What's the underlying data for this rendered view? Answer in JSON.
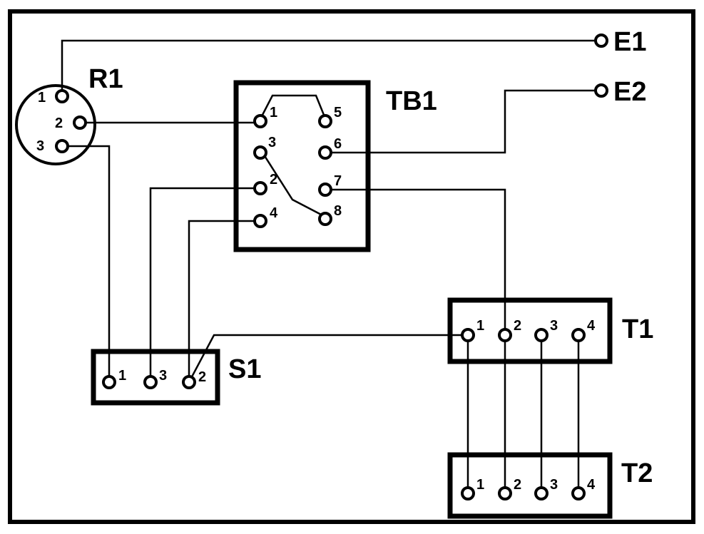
{
  "components": {
    "R1": {
      "name": "R1",
      "pins": [
        "1",
        "2",
        "3"
      ]
    },
    "TB1": {
      "name": "TB1",
      "pins": [
        "1",
        "5",
        "3",
        "6",
        "2",
        "7",
        "4",
        "8"
      ]
    },
    "S1": {
      "name": "S1",
      "pins": [
        "1",
        "3",
        "2"
      ]
    },
    "T1": {
      "name": "T1",
      "pins": [
        "1",
        "2",
        "3",
        "4"
      ]
    },
    "T2": {
      "name": "T2",
      "pins": [
        "1",
        "2",
        "3",
        "4"
      ]
    },
    "E1": {
      "name": "E1"
    },
    "E2": {
      "name": "E2"
    }
  }
}
